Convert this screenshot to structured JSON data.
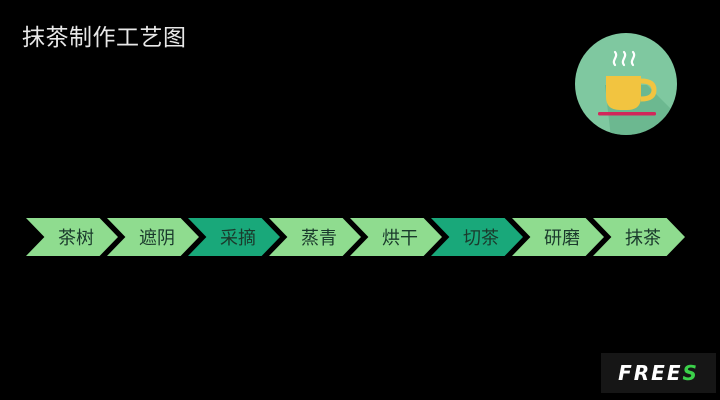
{
  "title": "抹茶制作工艺图",
  "steps": [
    {
      "label": "茶树",
      "color": "#8fdc8f"
    },
    {
      "label": "遮阴",
      "color": "#8fdc8f"
    },
    {
      "label": "采摘",
      "color": "#19a87a"
    },
    {
      "label": "蒸青",
      "color": "#8fdc8f"
    },
    {
      "label": "烘干",
      "color": "#8fdc8f"
    },
    {
      "label": "切茶",
      "color": "#19a87a"
    },
    {
      "label": "研磨",
      "color": "#8fdc8f"
    },
    {
      "label": "抹茶",
      "color": "#8fdc8f"
    }
  ],
  "icon": {
    "name": "tea-cup-icon",
    "circle_color": "#7fc8a0",
    "cup_color": "#f2c440",
    "saucer_color": "#d2275a"
  },
  "logo": {
    "main": "FREE",
    "accent": "S"
  }
}
